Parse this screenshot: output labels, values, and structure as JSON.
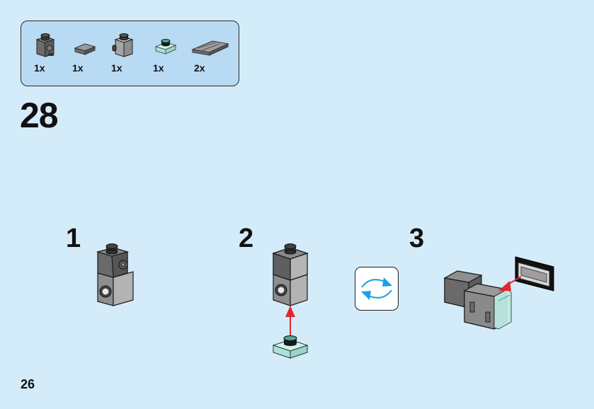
{
  "parts_list": {
    "items": [
      {
        "icon": "brick-1x1-headlight-dark-gray-icon",
        "qty": "1x"
      },
      {
        "icon": "tile-1x1-dark-gray-icon",
        "qty": "1x"
      },
      {
        "icon": "brick-1x1-stud-side-gray-icon",
        "qty": "1x"
      },
      {
        "icon": "plate-1x1-trans-clear-icon",
        "qty": "1x"
      },
      {
        "icon": "plate-1x2-grille-gray-icon",
        "qty": "2x"
      }
    ]
  },
  "step": {
    "number": "28"
  },
  "substeps": [
    {
      "number": "1"
    },
    {
      "number": "2"
    },
    {
      "number": "3"
    }
  ],
  "rotate_icon": "rotate-model-icon",
  "colors": {
    "background": "#d4ebfa",
    "parts_box": "#b9daf3",
    "arrow_red": "#e3262e",
    "rotate_blue": "#1da1e0",
    "trans_clear": "#bfeee6"
  },
  "page": {
    "number": "26"
  }
}
